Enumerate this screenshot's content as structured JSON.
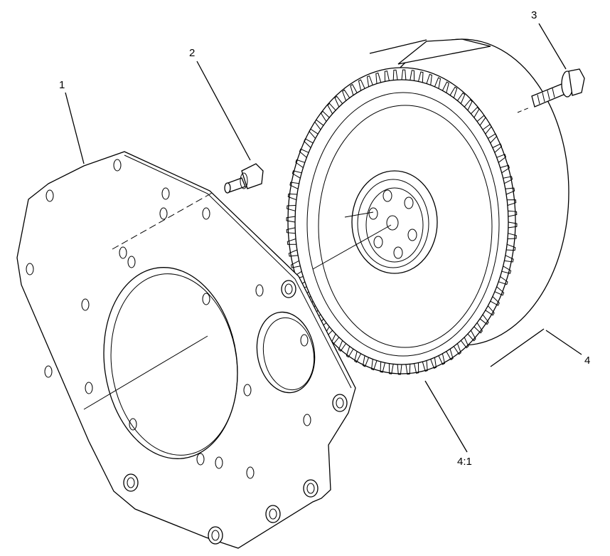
{
  "callouts": [
    {
      "id": "plate",
      "label": "1"
    },
    {
      "id": "plate-screw",
      "label": "2"
    },
    {
      "id": "flywheel-bolt",
      "label": "3"
    },
    {
      "id": "flywheel",
      "label": "4"
    },
    {
      "id": "ring-gear",
      "label": "4:1"
    }
  ],
  "colors": {
    "line": "#000000",
    "background": "#ffffff"
  }
}
